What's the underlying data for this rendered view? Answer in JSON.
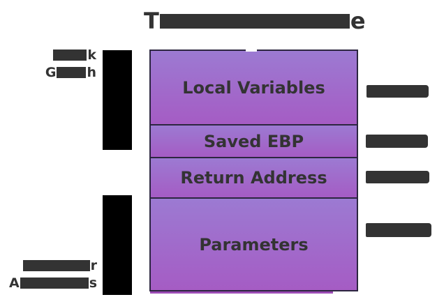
{
  "title": {
    "visible_prefix": "T",
    "visible_suffix": "e",
    "middle_redacted": true
  },
  "side_labels": {
    "stack_growth": {
      "line1_suffix": "k",
      "line2_prefix": "G",
      "line2_suffix": "h",
      "redacted": true
    },
    "higher_addresses": {
      "line1_suffix": "r",
      "line2_prefix": "A",
      "line2_suffix": "s",
      "redacted": true
    }
  },
  "stack_frames": [
    {
      "label": "Local Variables"
    },
    {
      "label": "Saved EBP"
    },
    {
      "label": "Return Address"
    },
    {
      "label": "Parameters"
    }
  ],
  "address_labels": {
    "count": 4,
    "redacted": true
  },
  "arrows": {
    "count": 2,
    "redacted": true
  },
  "colors": {
    "background": "#ffffff",
    "text": "#333333",
    "redaction_text_bar": "#333333",
    "redaction_arrow": "#000000",
    "frame_gradient_top": "#9c7ad2",
    "frame_gradient_bottom": "#a55cc4",
    "frame_border": "#2c2640",
    "under_strip": "#9b4bb5"
  }
}
